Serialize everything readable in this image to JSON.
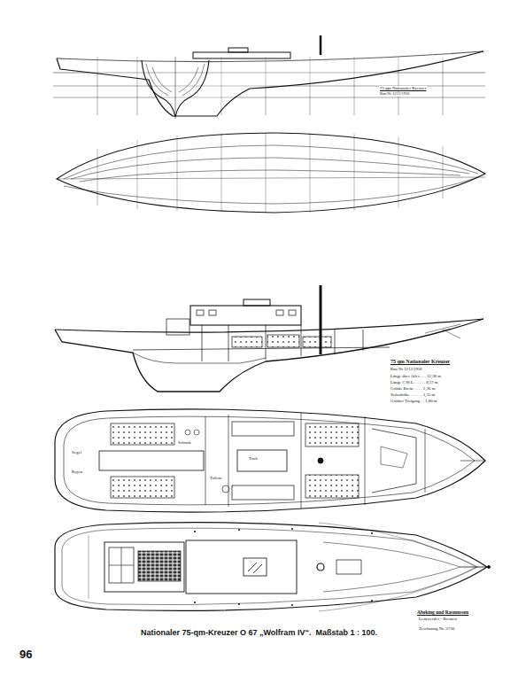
{
  "diagram": {
    "caption": "Nationaler 75-qm-Kreuzer O 67 „Wolfram IV“.  Maßstab 1 : 100.",
    "labels": [
      "96",
      "75 qm Nationaler Kreuzer",
      "Bau Nr 1212/1936",
      "75 qm Nationaler Kreuzer",
      "Bau Nr 1212/1936",
      "Länge über Alles . . . 12,38 m",
      "Länge C.W.L. . . . . . 8,37 m",
      "Größte Breite . . . . 2,36 m",
      "Seitenhöhe . . . . . . 1,35 m",
      "Größter Tiefgang . . 1,80 m",
      "Segel",
      "Kojen",
      "Schrank",
      "Toilette",
      "Tisch",
      "Abeking und Rasmussen",
      "Lemwerder - Bremen",
      "Zeichnung Nr. 3736"
    ]
  }
}
